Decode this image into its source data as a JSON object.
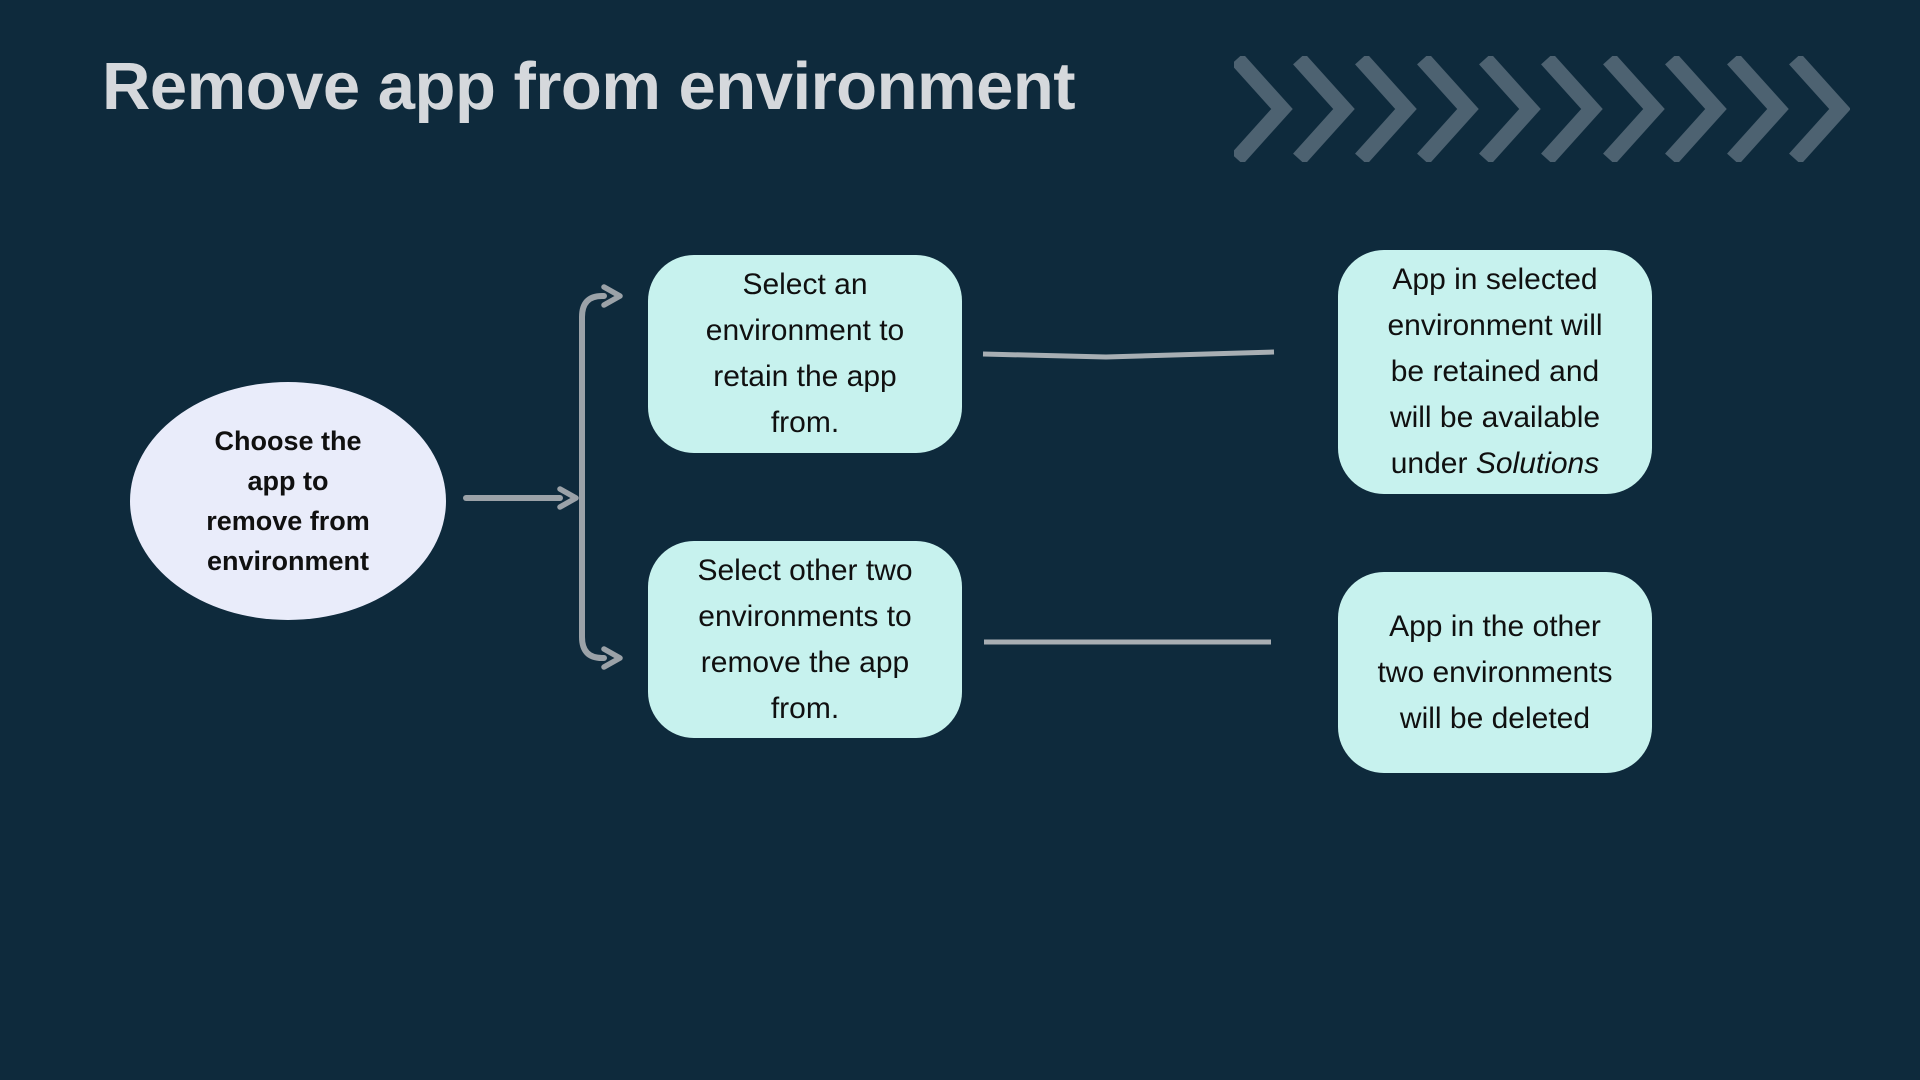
{
  "title": "Remove app from environment",
  "decoration": {
    "icon": "chevron-right-icon",
    "count": 10
  },
  "colors": {
    "background": "#0e2a3c",
    "title_text": "#d5d8dc",
    "chevron": "#4d6271",
    "start_node_fill": "#e9ecfa",
    "step_node_fill": "#c7f2ee",
    "node_text": "#101010",
    "arrow": "#9ba2a8",
    "connector": "#a8aeb3"
  },
  "diagram": {
    "start_node": {
      "label": "Choose the\napp to\nremove from\nenvironment"
    },
    "step_nodes": [
      {
        "label": "Select an\nenvironment to\nretain the app\nfrom."
      },
      {
        "label": "Select other two\nenvironments to\nremove the app\nfrom."
      }
    ],
    "outcome_nodes": [
      {
        "text": "App in selected\nenvironment will\nbe retained and\nwill be available\nunder ",
        "emphasis": "Solutions"
      },
      {
        "text": "App in the other\ntwo environments\nwill be deleted",
        "emphasis": ""
      }
    ]
  }
}
